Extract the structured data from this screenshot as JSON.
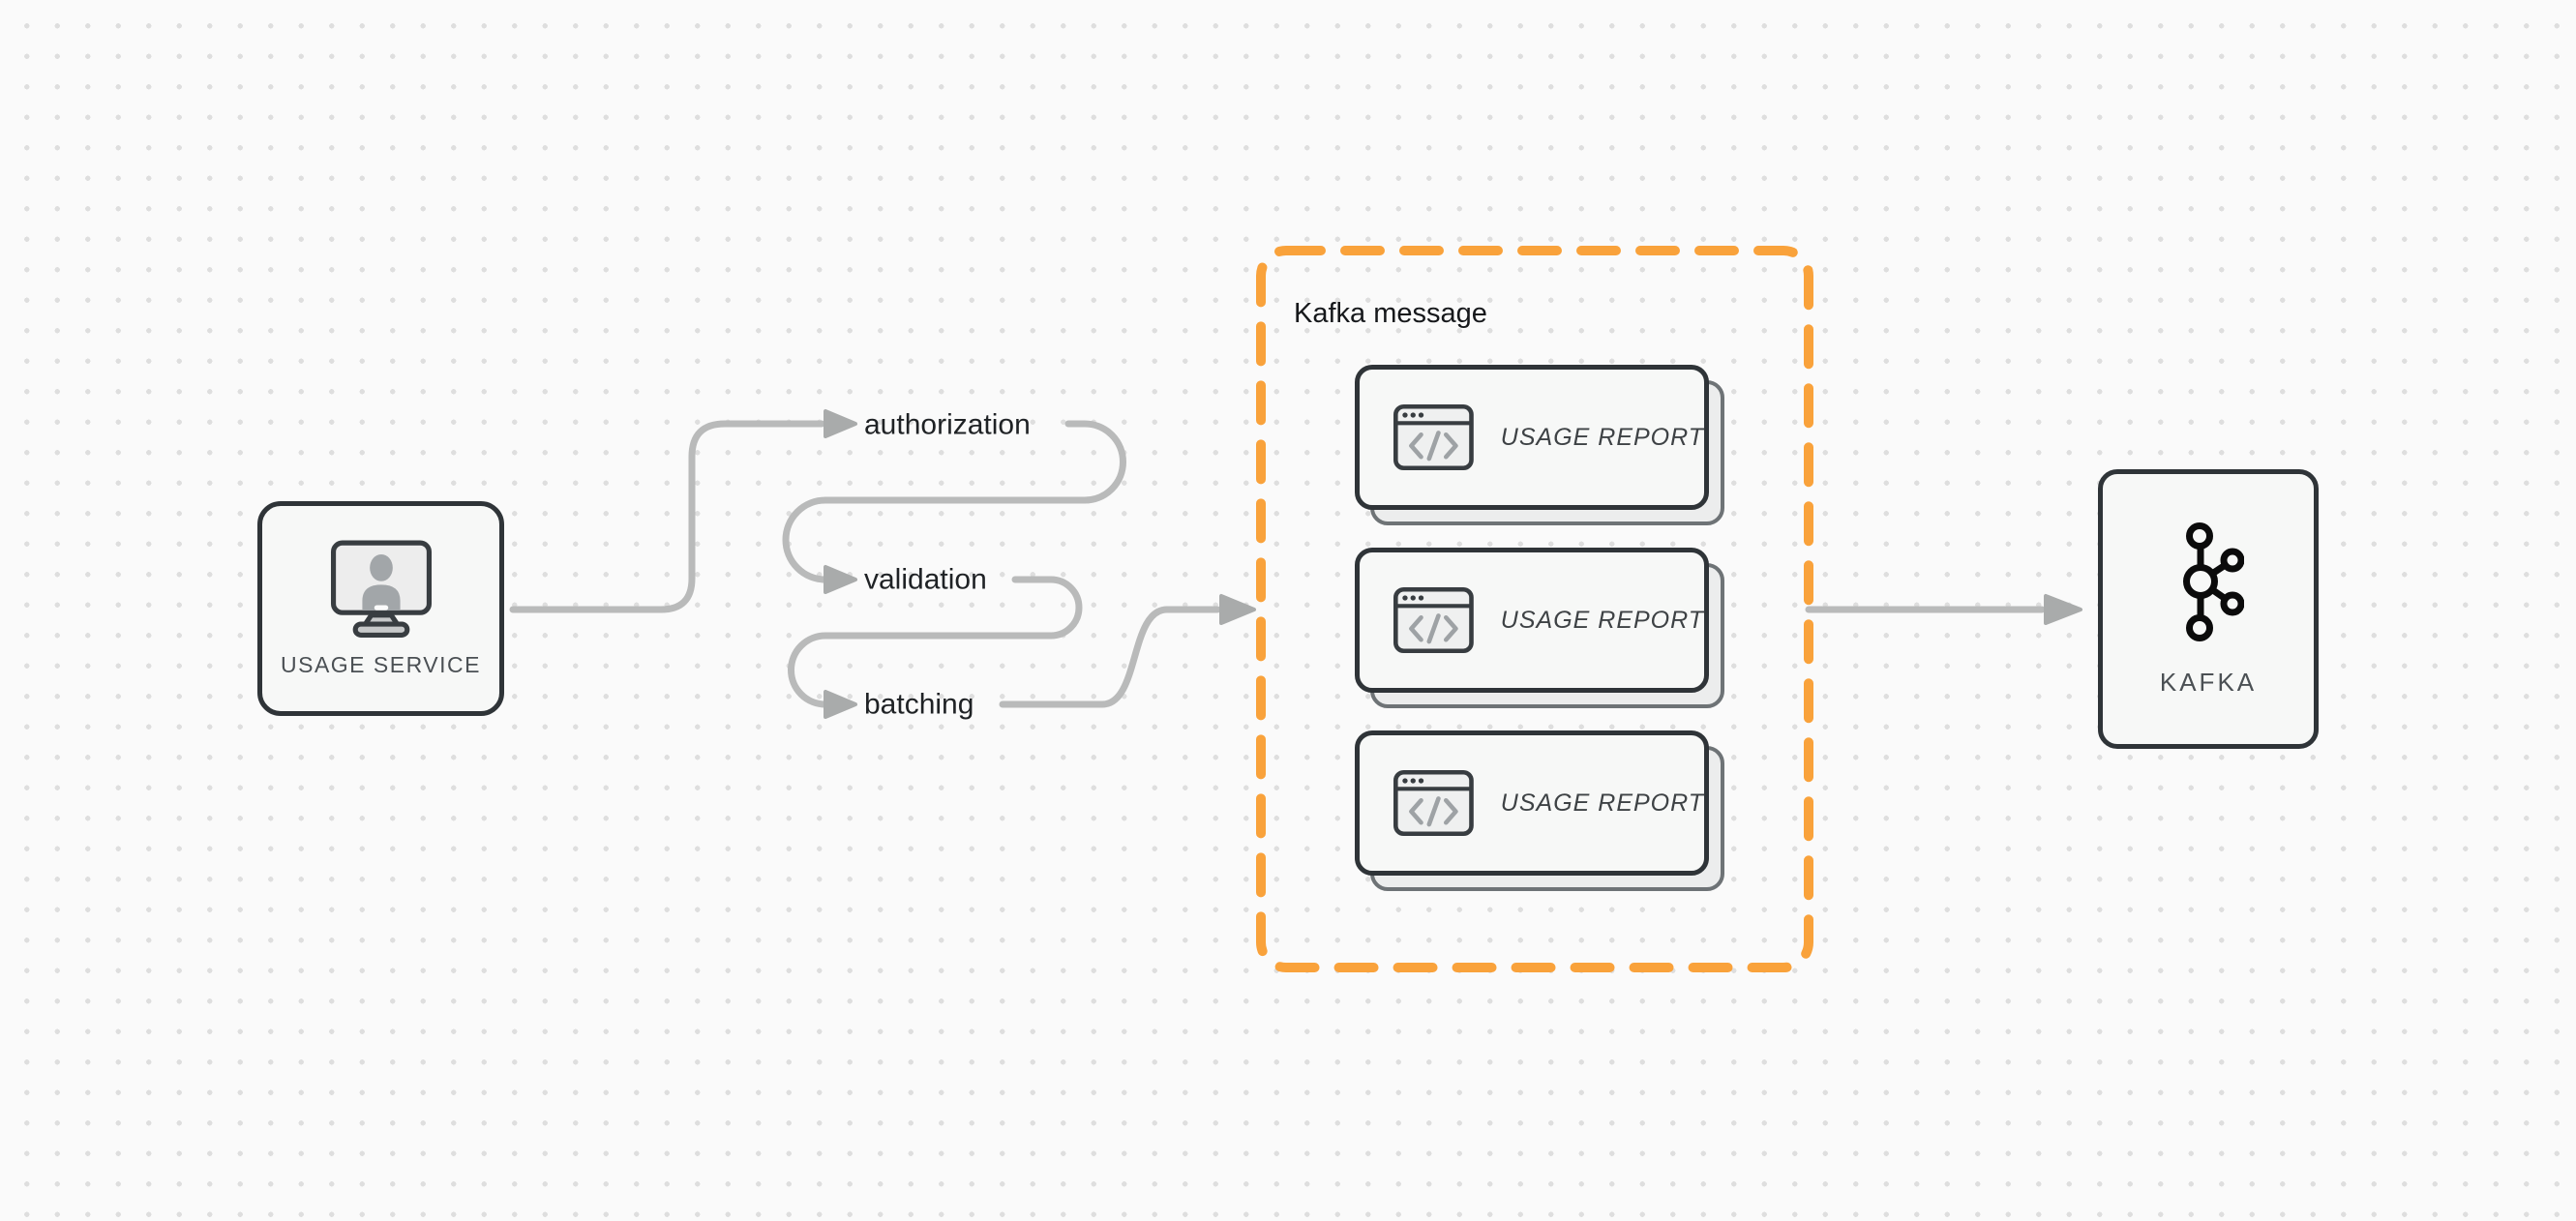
{
  "diagram": {
    "nodes": {
      "usage_service": {
        "label": "USAGE SERVICE",
        "icon": "user-monitor-icon"
      },
      "kafka": {
        "label": "KAFKA",
        "icon": "kafka-logo-icon"
      }
    },
    "steps": [
      {
        "label": "authorization"
      },
      {
        "label": "validation"
      },
      {
        "label": "batching"
      }
    ],
    "kafka_message_group": {
      "title": "Kafka message",
      "cards": [
        {
          "label": "USAGE REPORT",
          "icon": "code-window-icon"
        },
        {
          "label": "USAGE REPORT",
          "icon": "code-window-icon"
        },
        {
          "label": "USAGE REPORT",
          "icon": "code-window-icon"
        }
      ]
    },
    "colors": {
      "group_border": "#F9A23B",
      "connector": "#B9BABA",
      "arrowhead": "#A9ABAB",
      "node_border": "#2F3438",
      "node_background": "#F7F8F7",
      "canvas_background": "#FAFAFA",
      "dot_grid": "#DEDEDE"
    }
  }
}
